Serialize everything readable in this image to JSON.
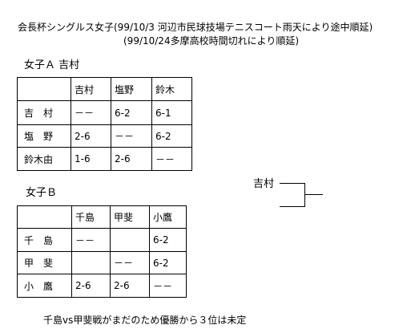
{
  "header": {
    "line1": "会長杯シングルス女子(99/10/3 河辺市民球技場テニスコート雨天により途中順延)",
    "line2": "(99/10/24多摩高校時間切れにより順延)"
  },
  "group_a": {
    "title": "女子Ａ 吉村",
    "columns": [
      "吉村",
      "塩野",
      "鈴木"
    ],
    "rows": [
      {
        "name": "吉　村",
        "results": [
          "－－",
          "6-2",
          "6-1"
        ]
      },
      {
        "name": "塩　野",
        "results": [
          "2-6",
          "－－",
          "6-2"
        ]
      },
      {
        "name": "鈴木由",
        "results": [
          "1-6",
          "2-6",
          "－－"
        ]
      }
    ]
  },
  "group_b": {
    "title": "女子Ｂ",
    "columns": [
      "千島",
      "甲斐",
      "小鷹"
    ],
    "rows": [
      {
        "name": "千　島",
        "results": [
          "－－",
          "",
          "6-2"
        ]
      },
      {
        "name": "甲　斐",
        "results": [
          "",
          "－－",
          "6-2"
        ]
      },
      {
        "name": "小　鷹",
        "results": [
          "2-6",
          "2-6",
          "－－"
        ]
      }
    ]
  },
  "bracket": {
    "entrant": "吉村"
  },
  "footer": {
    "note": "千島vs甲斐戦がまだのため優勝から３位は未定"
  }
}
